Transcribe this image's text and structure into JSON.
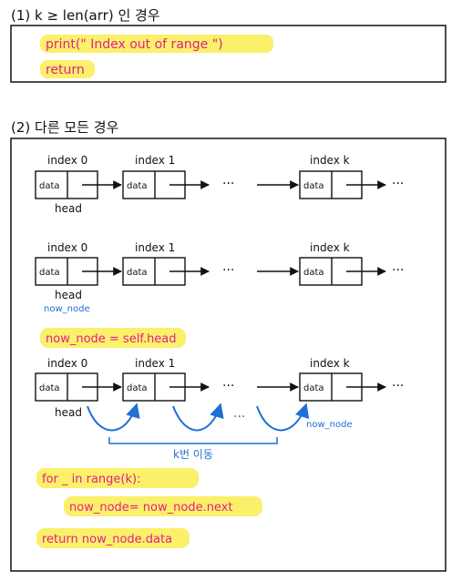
{
  "section1": {
    "heading": "(1) k ≥ len(arr) 인 경우",
    "code": [
      "print(\" Index out of range \")",
      "return"
    ]
  },
  "section2": {
    "heading": "(2) 다른 모든 경우",
    "row1": {
      "labels": [
        "index 0",
        "index 1",
        "index k"
      ],
      "cell": "data",
      "ellipsis": "···",
      "head_label": "head"
    },
    "row2": {
      "labels": [
        "index 0",
        "index 1",
        "index k"
      ],
      "cell": "data",
      "ellipsis": "···",
      "head_label": "head",
      "head_note": "now_node"
    },
    "assign_code": "now_node = self.head",
    "row3": {
      "labels": [
        "index 0",
        "index 1",
        "index k"
      ],
      "cell": "data",
      "ellipsis": "···",
      "mid_ellipsis": "···",
      "head_label": "head",
      "target_label": "now_node",
      "move_label": "k번 이동"
    },
    "loop_code": [
      "for _ in range(k):",
      "now_node= now_node.next",
      "return now_node.data"
    ]
  },
  "colors": {
    "highlight": "#fbf06a",
    "code": "#e0208c",
    "annotation": "#1f6fd6",
    "ink": "#111111"
  }
}
